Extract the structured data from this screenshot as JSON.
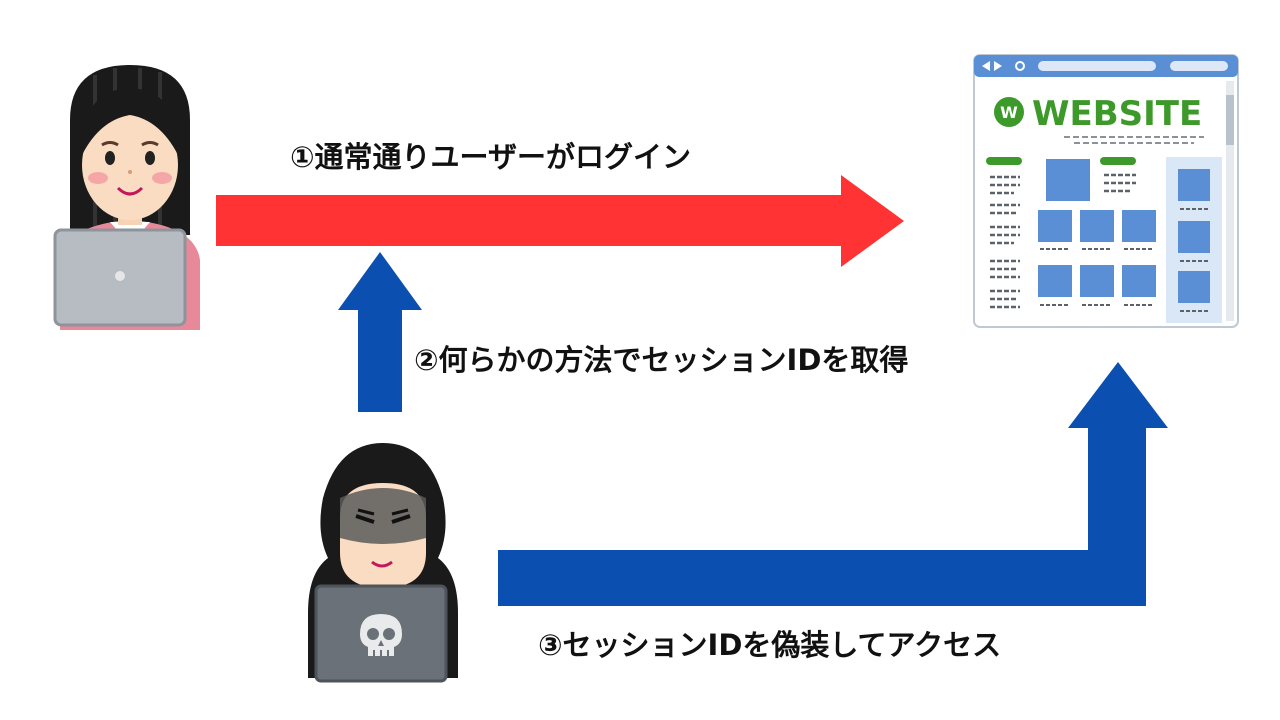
{
  "colors": {
    "red_arrow": "#ff3333",
    "blue_arrow": "#0b4fb0",
    "browser_blue": "#5a8fd6",
    "website_green": "#3d9a2a"
  },
  "steps": {
    "step1": "①通常通りユーザーがログイン",
    "step2": "②何らかの方法でセッションIDを取得",
    "step3": "③セッションIDを偽装してアクセス"
  },
  "website": {
    "logo_letter": "W",
    "title": "WEBSITE"
  },
  "icons": {
    "user": "woman-with-laptop-icon",
    "attacker": "hooded-hacker-icon",
    "skull": "skull-icon",
    "browser": "browser-window-icon"
  }
}
